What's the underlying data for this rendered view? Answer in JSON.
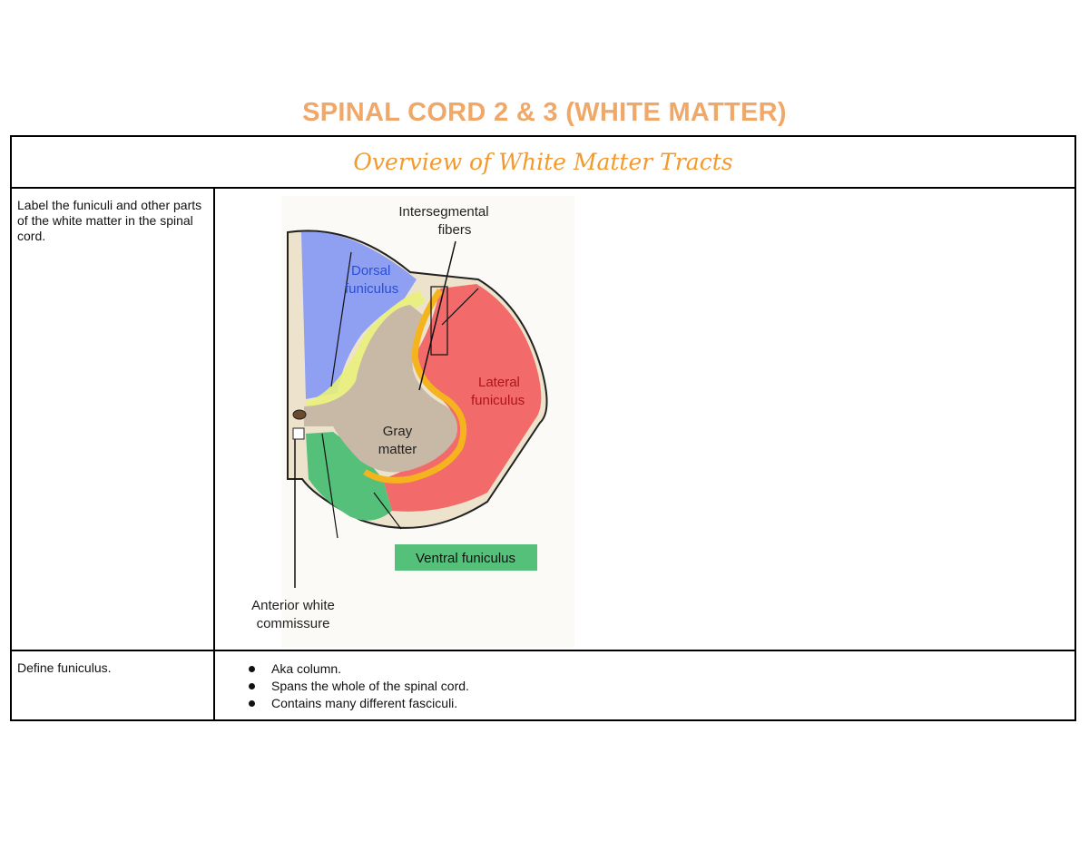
{
  "document": {
    "title": "SPINAL CORD 2 & 3 (WHITE MATTER)",
    "section_header": "Overview of White Matter Tracts"
  },
  "rows": [
    {
      "question": "Label the funiculi and other parts of the white matter in the spinal cord.",
      "diagram": {
        "labels": {
          "intersegmental_1": "Intersegmental",
          "intersegmental_2": "fibers",
          "dorsal_1": "Dorsal",
          "dorsal_2": "funiculus",
          "lateral_1": "Lateral",
          "lateral_2": "funiculus",
          "gray_1": "Gray",
          "gray_2": "matter",
          "ventral": "Ventral funiculus",
          "anterior_1": "Anterior white",
          "anterior_2": "commissure"
        },
        "colors": {
          "dorsal": "#8fa0f2",
          "lateral": "#f26a6a",
          "ventral": "#55c07a",
          "gray_matter": "#c8b8a6",
          "intersegmental": "#f5b41e"
        }
      }
    },
    {
      "question": "Define funiculus.",
      "answers": [
        "Aka column.",
        "Spans the whole of the spinal cord.",
        "Contains many different fasciculi."
      ]
    }
  ]
}
